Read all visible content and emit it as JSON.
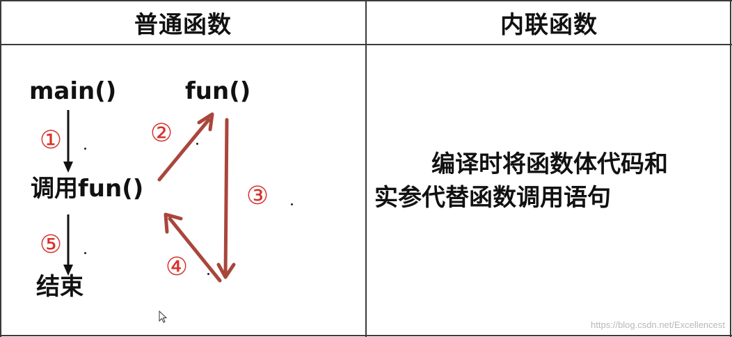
{
  "table": {
    "header_left": "普通函数",
    "header_right": "内联函数"
  },
  "normal_function": {
    "main_call": "main()",
    "callee": "fun()",
    "call_stmt": "调用fun()",
    "end": "结束",
    "steps": [
      "①",
      "②",
      "③",
      "④",
      "⑤"
    ]
  },
  "inline_function": {
    "line1": "编译时将函数体代码和",
    "line2": "实参代替函数调用语句"
  },
  "watermark": "https://blog.csdn.net/Excellencest",
  "colors": {
    "arrow_red": "#a9463b",
    "step_red": "#d6322b",
    "grid": "#3a3a3a"
  }
}
